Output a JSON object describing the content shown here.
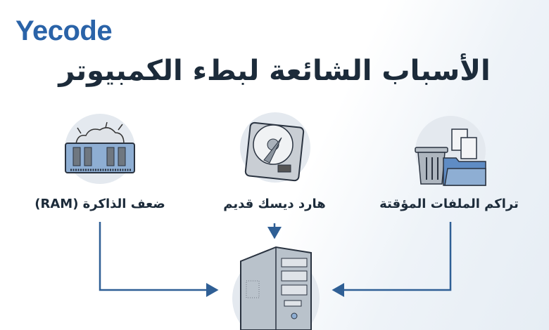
{
  "brand": {
    "logo": "Yecode"
  },
  "title": "الأسباب الشائعة لبطء الكمبيوتر",
  "causes": [
    {
      "label": "ضعف الذاكرة (RAM)",
      "icon": "ram-icon"
    },
    {
      "label": "هارد ديسك قديم",
      "icon": "hard-disk-icon"
    },
    {
      "label": "تراكم الملفات المؤقتة",
      "icon": "temp-files-icon"
    }
  ],
  "target": {
    "icon": "computer-tower-icon"
  },
  "colors": {
    "brand": "#2a63a8",
    "title": "#1c2b3a",
    "arrow": "#2f5f95",
    "icon_fill": "#8eaed3",
    "icon_circle": "#e4e9ef"
  }
}
